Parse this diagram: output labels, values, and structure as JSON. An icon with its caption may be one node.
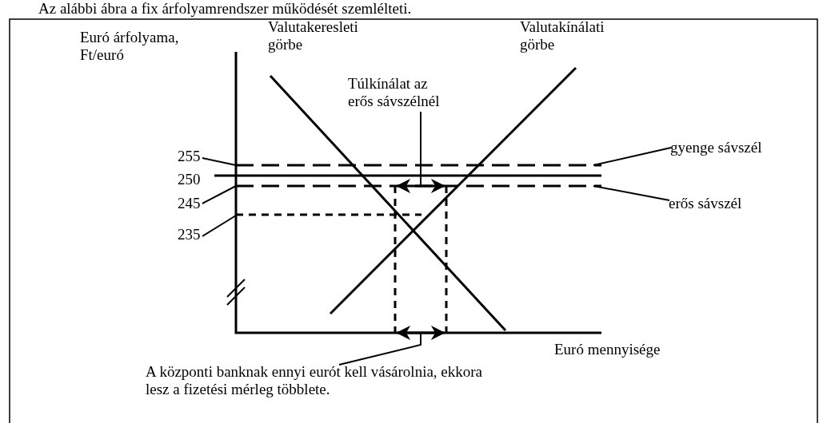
{
  "diagram": {
    "nodes": [
      {
        "text": [
          "Túlkínálat az erős sávszélnél"
        ]
      },
      {
        "text": [
          "gyenge sávszél"
        ]
      },
      {
        "text": [
          "erős sávszél"
        ]
      },
      {
        "text": [
          "255"
        ]
      },
      {
        "text": [
          "245"
        ]
      },
      {
        "text": [
          "235"
        ]
      },
      {
        "text": [
          "A központi banknak ennyi eurót kell vásárolnia, ekkora lesz a fizetési mérleg többlete."
        ]
      }
    ],
    "edges": [
      {
        "from": 0,
        "to": null,
        "arrow": "none"
      },
      {
        "from": 1,
        "to": null,
        "arrow": "none"
      },
      {
        "from": 2,
        "to": null,
        "arrow": "none"
      },
      {
        "from": 3,
        "to": null,
        "arrow": "none"
      },
      {
        "from": 4,
        "to": null,
        "arrow": "none"
      },
      {
        "from": 5,
        "to": null,
        "arrow": "none"
      },
      {
        "from": 6,
        "to": null,
        "arrow": "none"
      }
    ],
    "labels": [
      "Az alábbi ábra a fix árfolyamrendszer működését szemlélteti.",
      "Euró árfolyama, Ft/euró",
      "Valutakeresleti görbe",
      "Valutakínálati görbe",
      "250",
      "Euró mennyisége"
    ]
  }
}
